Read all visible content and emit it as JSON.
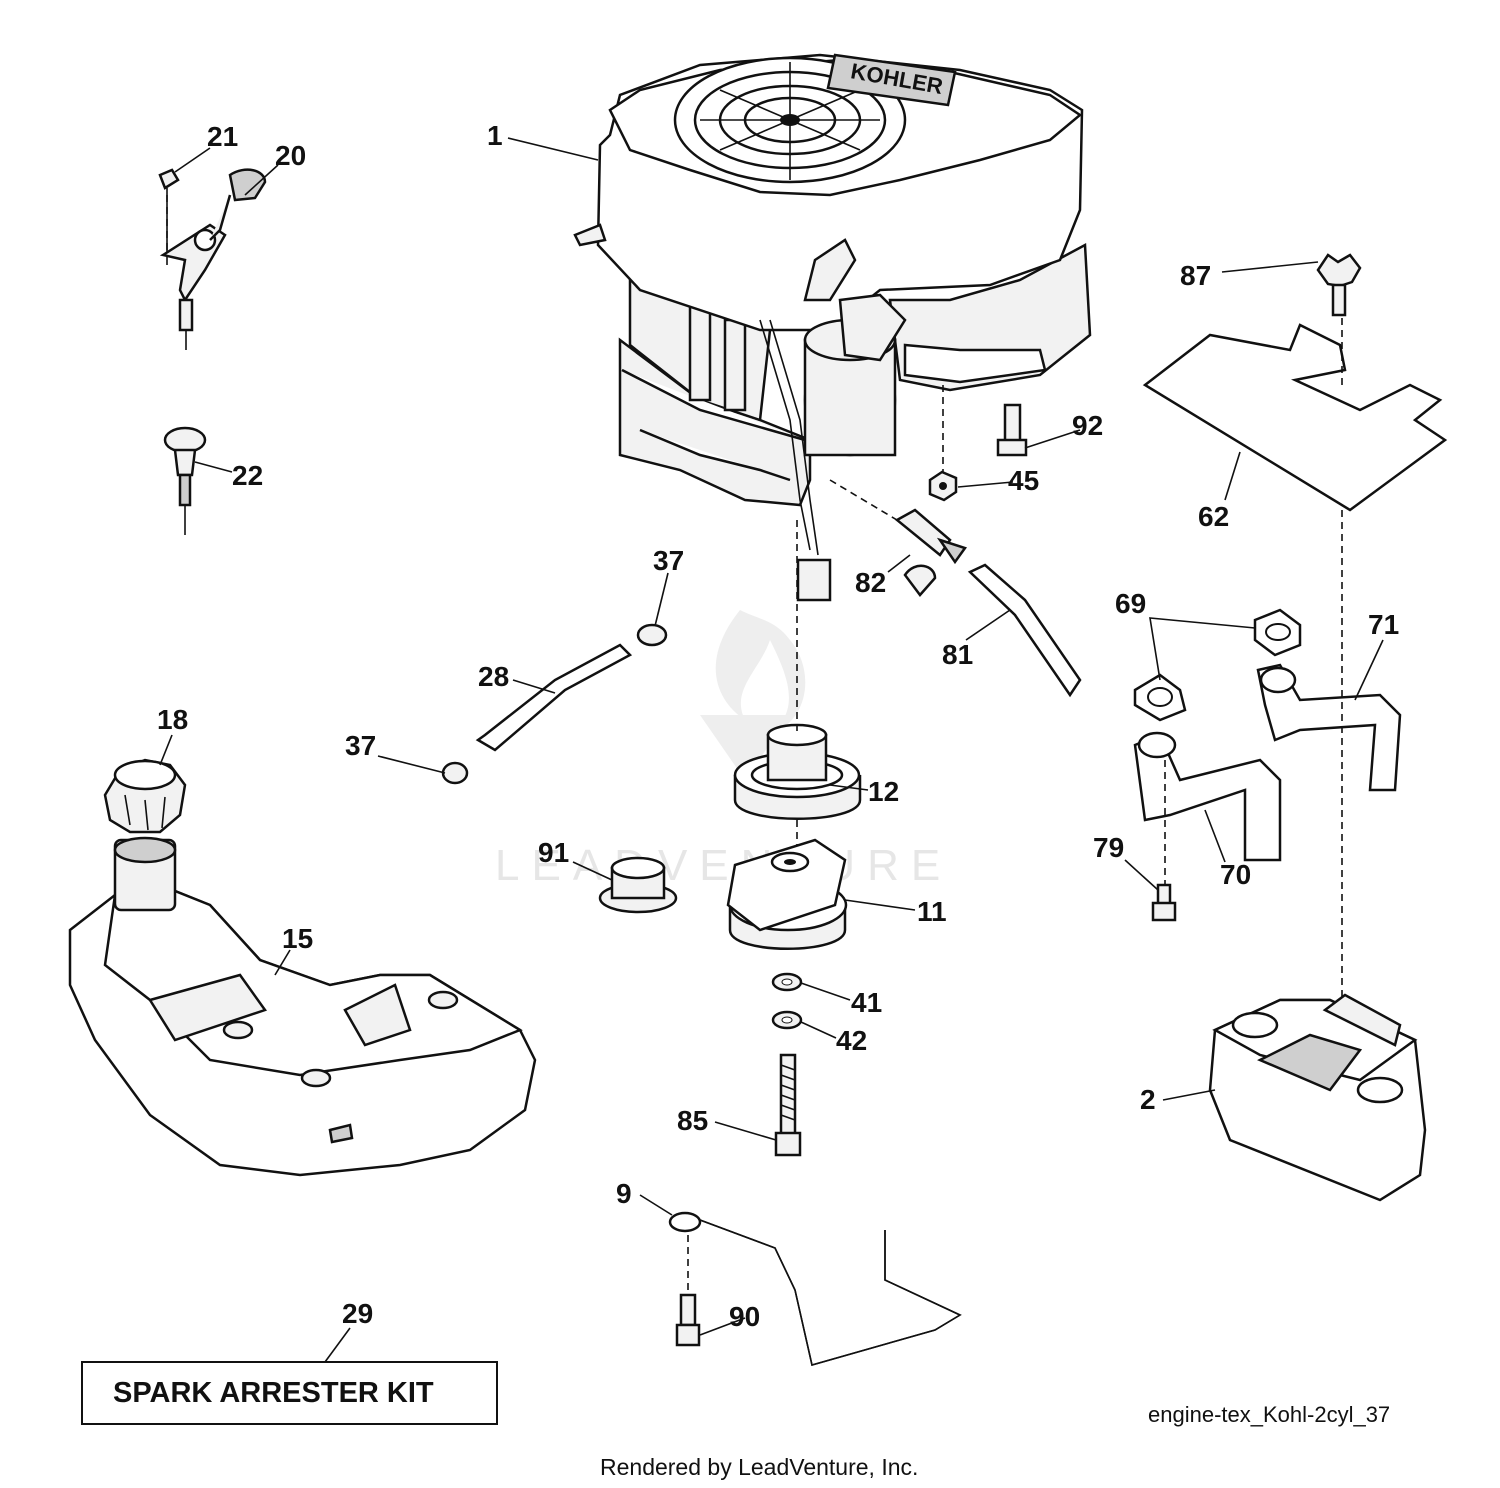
{
  "callouts": [
    "1",
    "21",
    "20",
    "22",
    "87",
    "92",
    "45",
    "62",
    "37",
    "82",
    "81",
    "28",
    "69",
    "71",
    "37",
    "18",
    "12",
    "91",
    "79",
    "70",
    "11",
    "15",
    "41",
    "42",
    "2",
    "85",
    "9",
    "90",
    "29"
  ],
  "engine_logo": "KOHLER",
  "kit_label": "SPARK ARRESTER KIT",
  "diagram_id": "engine-tex_Kohl-2cyl_37",
  "credit": "Rendered by LeadVenture, Inc.",
  "watermark": "LEADVENTURE"
}
